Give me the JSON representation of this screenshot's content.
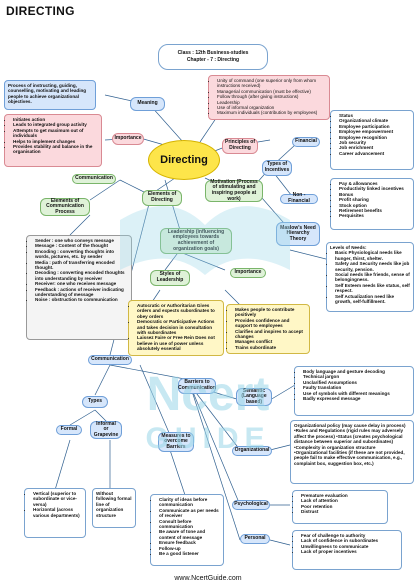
{
  "title": "DIRECTING",
  "header": {
    "line1": "Class : 12th Business-studies",
    "line2": "Chapter - 7 : Directing"
  },
  "central": "Directing",
  "meaning": {
    "label": "Meaning",
    "text": "Process of instructing, guiding, counselling, motivating and leading people to achieve organizational objectives."
  },
  "importance": {
    "label": "Importance",
    "items": [
      "Initiates action",
      "Leads to integrated group activity",
      "Attempts to get maximum out of individuals",
      "Helps to implement changes",
      "Provides stability and balance in the organisation"
    ]
  },
  "principles": {
    "label": "Principles of Directing",
    "items": [
      "Unity of command (one superior only from whom instructions received)",
      "Managerial communication (must be effective)",
      "Follow through (after giving instructions)",
      "Leadership",
      "Use of informal organization",
      "Maximum individuals (contribution by employees)"
    ]
  },
  "financial": {
    "label": "Financial",
    "items": [
      "Status",
      "Organizational climate",
      "Employee participation",
      "Employee empowerment",
      "Employee recognition",
      "Job security",
      "Job enrichment",
      "Career advancement"
    ]
  },
  "types_incentives": "Types of Incentives",
  "non_financial": {
    "label": "Non - Financial",
    "items": [
      "Pay & allowances",
      "Productivity linked incentives",
      "Bonus",
      "Profit sharing",
      "Stock option",
      "Retirement benefits",
      "Perquisites"
    ]
  },
  "motivation": "Motivation (Process of stimulating and inspiring people at work)",
  "maslow": {
    "label": "Maslow's Need Hierarchy Theory",
    "heading": "Levels of Needs:",
    "items": [
      "Basic Physiological needs like hunger, thirst, shelter.",
      "Safety and Security needs like job security, pension.",
      "Social needs like friends, sense of belongingness.",
      "Self Esteem needs like status, self respect.",
      "Self Actualization need like growth, self-fulfillment."
    ]
  },
  "communication_top": "Communication",
  "elements_comm": "Elements of Communication Process",
  "elements_directing": "Elements of Directing",
  "elements_comm_items": [
    "Sender : one who conveys message",
    "Message : Content of the thought",
    "Encoding : converting thoughts into words, pictures, etc. by sender",
    "Media : path of transferring encoded thought.",
    "Decoding : converting encoded thoughts into understanding by receiver",
    "Receiver: one who receives message",
    "Feedback : actions of receiver indicating understanding of message",
    "Noise : obstruction to communication"
  ],
  "leadership": "Leadership (influencing employees towards achievement of organization goals)",
  "styles": {
    "label": "Styles of Leadership",
    "items": [
      "Autocratic or Authoritarian Gives orders and expects subordinates to obey orders",
      "Democratic or Participative Actions and takes decision in consultation with subordinates",
      "Laissez Faire or Free Rein Does not believe in use of power unless absolutely essential"
    ]
  },
  "leadership_importance": {
    "label": "Importance",
    "items": [
      "Makes people to contribute positively",
      "Provides confidence and support to employees",
      "Clarifies and inspires to accept changes",
      "Manages conflict",
      "Trains subordinate"
    ]
  },
  "communication_mid": "Communication",
  "barriers": "Barriers to Communication",
  "types": "Types",
  "formal": "Formal",
  "informal": "Informal or Grapevine",
  "measures": "Measures to overcome Barriers",
  "semantic": {
    "label": "Semantic (Language based)",
    "items": [
      "Body language and gesture decoding",
      "Technical jargon",
      "Unclarified Assumptions",
      "Faulty translation",
      "Use of symbols with different meanings",
      "Badly expressed message"
    ]
  },
  "organizational": {
    "label": "Organizational",
    "text": "Organizational policy (may cause delay in process) •Rules and Regulations (rigid rules may adversely affect the process) •Status (creates psychological distance between superior and subordinates) •Complexity in organization structure •Organizational facilities (if these are not provided, people fail to make effective communication, e.g., complaint box, suggestion box, etc.)"
  },
  "psychological": {
    "label": "Psychological",
    "items": [
      "Premature evaluation",
      "Lack of attention",
      "Poor retention",
      "Distrust"
    ]
  },
  "personal": {
    "label": "Personal",
    "items": [
      "Fear of challenge to authority",
      "Lack of confidence in subordinates",
      "Unwillingness to communicate",
      "Lack of proper incentives"
    ]
  },
  "formal_items": [
    "Vertical (superior to subordinate or vice-versa)",
    "Horizontal (across various departments)"
  ],
  "informal_text": "Without following formal line of organization structure",
  "measures_items": [
    "Clarity of ideas before communication",
    "Communicate as per needs of receiver",
    "Consult before communication",
    "Be aware of tone and content of message",
    "Ensure feedback",
    "Follow-up",
    "Be a good listener"
  ],
  "watermark": {
    "line1": "Ncert",
    "line2": "GUIDE"
  },
  "footer": "www.NcertGuide.com"
}
